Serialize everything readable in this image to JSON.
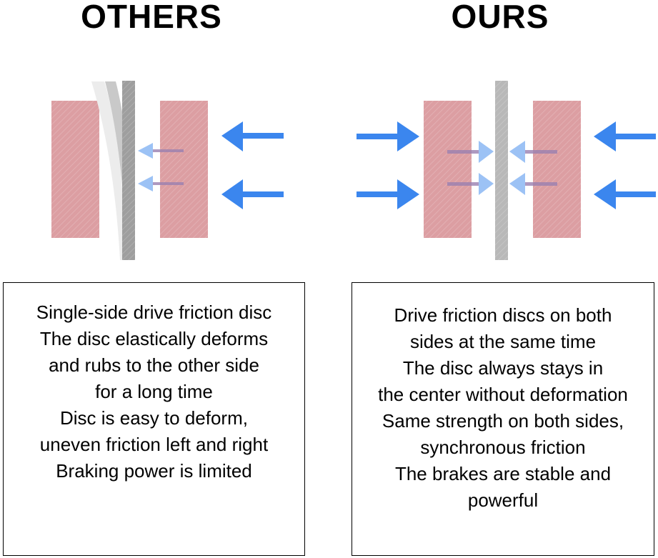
{
  "others": {
    "title": "OTHERS",
    "lines": [
      "Single-side drive friction disc",
      "The disc elastically deforms",
      "and rubs to the other side",
      "for a long time",
      "Disc is easy to deform,",
      "uneven friction left and right",
      "Braking power is limited"
    ]
  },
  "ours": {
    "title": "OURS",
    "lines": [
      "Drive friction discs on both",
      "sides at the same time",
      "The disc always stays in",
      "the center without deformation",
      "Same strength on both sides,",
      "synchronous friction",
      "The brakes are stable and",
      "powerful"
    ]
  },
  "colors": {
    "pad": "#dc9ea2",
    "disc": "#b8b8b8",
    "arrow": "#3b86ee",
    "arrow_light": "#9cc2f5",
    "shaft_dark": "#9a7fb0"
  }
}
